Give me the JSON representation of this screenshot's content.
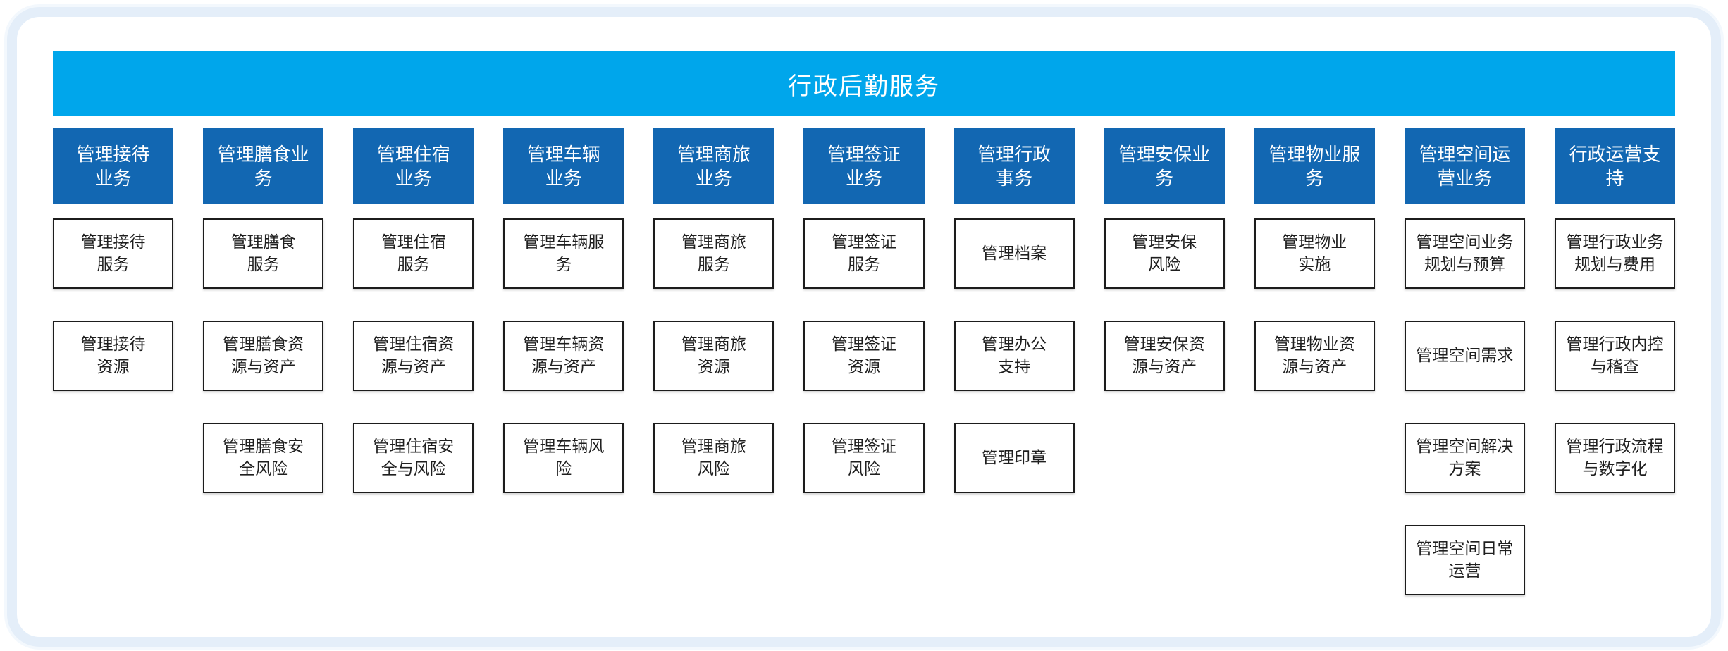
{
  "diagram": {
    "title": "行政后勤服务"
  },
  "colors": {
    "title_bar_cyan": "#00a6eb",
    "column_header_blue": "#1267b2",
    "frame_light_blue": "#e4eef9",
    "box_border_black": "#1c1c1c"
  },
  "columns": [
    {
      "header": "管理接待\n业务",
      "items": [
        "管理接待\n服务",
        "管理接待\n资源"
      ]
    },
    {
      "header": "管理膳食业\n务",
      "items": [
        "管理膳食\n服务",
        "管理膳食资\n源与资产",
        "管理膳食安\n全风险"
      ]
    },
    {
      "header": "管理住宿\n业务",
      "items": [
        "管理住宿\n服务",
        "管理住宿资\n源与资产",
        "管理住宿安\n全与风险"
      ]
    },
    {
      "header": "管理车辆\n业务",
      "items": [
        "管理车辆服\n务",
        "管理车辆资\n源与资产",
        "管理车辆风\n险"
      ]
    },
    {
      "header": "管理商旅\n业务",
      "items": [
        "管理商旅\n服务",
        "管理商旅\n资源",
        "管理商旅\n风险"
      ]
    },
    {
      "header": "管理签证\n业务",
      "items": [
        "管理签证\n服务",
        "管理签证\n资源",
        "管理签证\n风险"
      ]
    },
    {
      "header": "管理行政\n事务",
      "items": [
        "管理档案",
        "管理办公\n支持",
        "管理印章"
      ]
    },
    {
      "header": "管理安保业\n务",
      "items": [
        "管理安保\n风险",
        "管理安保资\n源与资产"
      ]
    },
    {
      "header": "管理物业服\n务",
      "items": [
        "管理物业\n实施",
        "管理物业资\n源与资产"
      ]
    },
    {
      "header": "管理空间运\n营业务",
      "items": [
        "管理空间业务\n规划与预算",
        "管理空间需求",
        "管理空间解决\n方案",
        "管理空间日常\n运营"
      ]
    },
    {
      "header": "行政运营支\n持",
      "items": [
        "管理行政业务\n规划与费用",
        "管理行政内控\n与稽查",
        "管理行政流程\n与数字化"
      ]
    }
  ]
}
